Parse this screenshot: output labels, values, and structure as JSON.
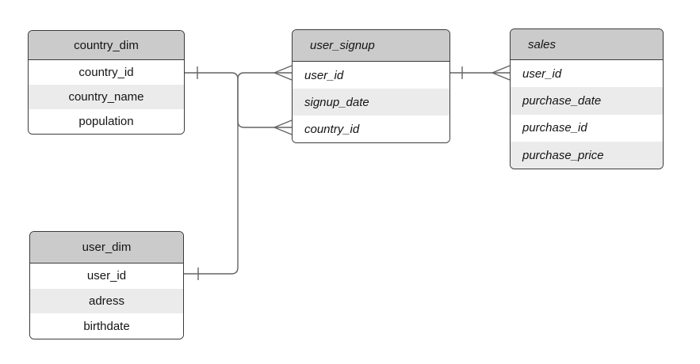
{
  "diagram": {
    "type": "entity-relationship",
    "tables": [
      {
        "id": "country_dim",
        "title": "country_dim",
        "text_style": "plain-centered",
        "columns": [
          "country_id",
          "country_name",
          "population"
        ]
      },
      {
        "id": "user_signup",
        "title": "user_signup",
        "text_style": "italic-left",
        "columns": [
          "user_id",
          "signup_date",
          "country_id"
        ]
      },
      {
        "id": "sales",
        "title": "sales",
        "text_style": "italic-left",
        "columns": [
          "user_id",
          "purchase_date",
          "purchase_id",
          "purchase_price"
        ]
      },
      {
        "id": "user_dim",
        "title": "user_dim",
        "text_style": "plain-centered",
        "columns": [
          "user_id",
          "adress",
          "birthdate"
        ]
      }
    ],
    "relationships": [
      {
        "from": "country_dim.country_id",
        "to": "user_signup.country_id",
        "from_cardinality": "one",
        "to_cardinality": "many",
        "notation": "crow-foot"
      },
      {
        "from": "user_dim.user_id",
        "to": "user_signup.user_id",
        "from_cardinality": "one",
        "to_cardinality": "many",
        "notation": "crow-foot"
      },
      {
        "from": "user_signup.user_id",
        "to": "sales.user_id",
        "from_cardinality": "one",
        "to_cardinality": "many",
        "notation": "crow-foot"
      }
    ],
    "colors": {
      "background": "#ffffff",
      "header_fill": "#cbcbcb",
      "row_fill": "#ffffff",
      "row_alt_fill": "#ebebeb",
      "border": "#3b3b3b",
      "connector": "#646464",
      "text": "#141414"
    }
  }
}
